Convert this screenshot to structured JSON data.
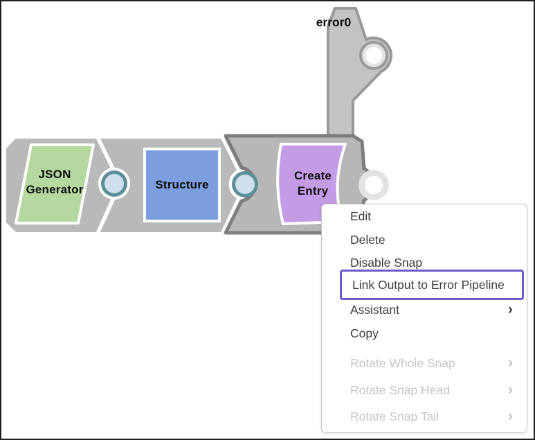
{
  "canvas": {
    "error_link_label": "error0",
    "snaps": [
      {
        "name": "JSON Generator",
        "lines": [
          "JSON",
          "Generator"
        ],
        "color": "#b5d89e",
        "shape": "parallelogram"
      },
      {
        "name": "Structure",
        "lines": [
          "Structure"
        ],
        "color": "#7b9ede",
        "shape": "square"
      },
      {
        "name": "Create Entry",
        "lines": [
          "Create",
          "Entry"
        ],
        "color": "#c49ce6",
        "shape": "curved",
        "selected": true
      }
    ],
    "ports": {
      "input_connected_count": 2,
      "output_unconnected_count": 2
    },
    "colors": {
      "snap_band": "#b9b9b9",
      "selected_outline": "#7e7e7e",
      "connector_fill": "#c3c3c3",
      "connector_outline": "#989898",
      "input_port_fill": "#cfe0ed",
      "input_port_ring": "#5d8e99",
      "output_port_ring": "#e3e3e3",
      "white_gap": "#ffffff"
    }
  },
  "context_menu": {
    "chevron_icon": "›",
    "highlight_border_color": "#6a5bc8",
    "items": [
      {
        "label": "Edit",
        "enabled": true,
        "submenu": false,
        "highlighted": false
      },
      {
        "label": "Delete",
        "enabled": true,
        "submenu": false,
        "highlighted": false
      },
      {
        "label": "Disable Snap",
        "enabled": true,
        "submenu": false,
        "highlighted": false
      },
      {
        "label": "Link Output to Error Pipeline",
        "enabled": true,
        "submenu": false,
        "highlighted": true
      },
      {
        "label": "Assistant",
        "enabled": true,
        "submenu": true,
        "highlighted": false
      },
      {
        "label": "Copy",
        "enabled": true,
        "submenu": false,
        "highlighted": false
      },
      {
        "label": "Rotate Whole Snap",
        "enabled": false,
        "submenu": true,
        "highlighted": false
      },
      {
        "label": "Rotate Snap Head",
        "enabled": false,
        "submenu": true,
        "highlighted": false
      },
      {
        "label": "Rotate Snap Tail",
        "enabled": false,
        "submenu": true,
        "highlighted": false
      }
    ]
  }
}
